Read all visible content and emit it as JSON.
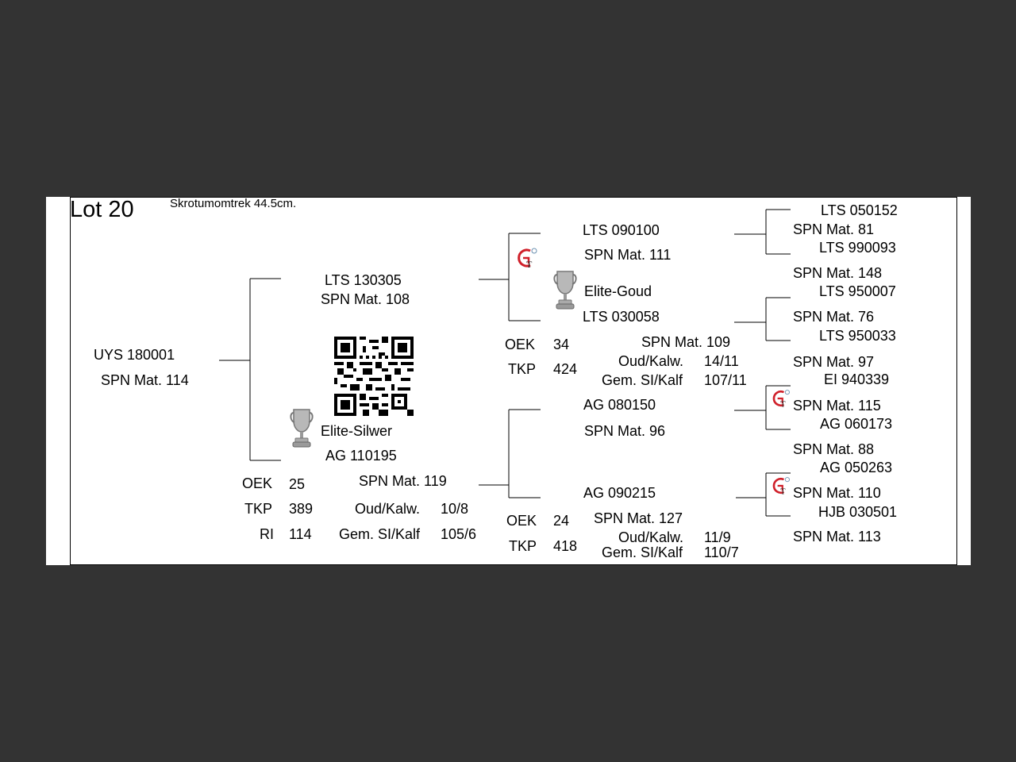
{
  "lot": {
    "title": "Lot 20",
    "scrotum": "Skrotumomtrek 44.5cm."
  },
  "animal": {
    "id": "UYS 180001",
    "spn": "SPN Mat. 114"
  },
  "sire": {
    "id": "LTS 130305",
    "spn": "SPN Mat. 108"
  },
  "dam": {
    "id": "AG  110195",
    "spn": "SPN Mat. 119",
    "award": "Elite-Silwer",
    "oek_label": "OEK",
    "oek": "25",
    "tkp_label": "TKP",
    "tkp": "389",
    "ri_label": "RI",
    "ri": "114",
    "oud_label": "Oud/Kalw.",
    "oud": "10/8",
    "gem_label": "Gem. SI/Kalf",
    "gem": "105/6"
  },
  "ss": {
    "id": "LTS 090100",
    "spn": "SPN Mat. 111"
  },
  "sd": {
    "id": "LTS 030058",
    "spn": "SPN Mat. 109",
    "award": "Elite-Goud",
    "oek_label": "OEK",
    "oek": "34",
    "tkp_label": "TKP",
    "tkp": "424",
    "oud_label": "Oud/Kalw.",
    "oud": "14/11",
    "gem_label": "Gem. SI/Kalf",
    "gem": "107/11"
  },
  "ds": {
    "id": "AG  080150",
    "spn": "SPN Mat. 96"
  },
  "dd": {
    "id": "AG  090215",
    "spn": "SPN Mat. 127",
    "oek_label": "OEK",
    "oek": "24",
    "tkp_label": "TKP",
    "tkp": "418",
    "oud_label": "Oud/Kalw.",
    "oud": "11/9",
    "gem_label": "Gem. SI/Kalf",
    "gem": "110/7"
  },
  "gen3": [
    {
      "id": "LTS 050152",
      "spn": "SPN Mat. 81"
    },
    {
      "id": "LTS 990093",
      "spn": "SPN Mat. 148"
    },
    {
      "id": "LTS 950007",
      "spn": "SPN Mat. 76"
    },
    {
      "id": "LTS 950033",
      "spn": "SPN Mat. 97"
    },
    {
      "id": "EI  940339",
      "spn": "SPN Mat. 115"
    },
    {
      "id": "AG  060173",
      "spn": "SPN Mat. 88"
    },
    {
      "id": "AG  050263",
      "spn": "SPN Mat. 110"
    },
    {
      "id": "HJB 030501",
      "spn": "SPN Mat. 113"
    }
  ],
  "icons": {
    "trophy": "trophy-icon",
    "gt_logo": "gt-logo-icon",
    "qr": "qr-code"
  }
}
